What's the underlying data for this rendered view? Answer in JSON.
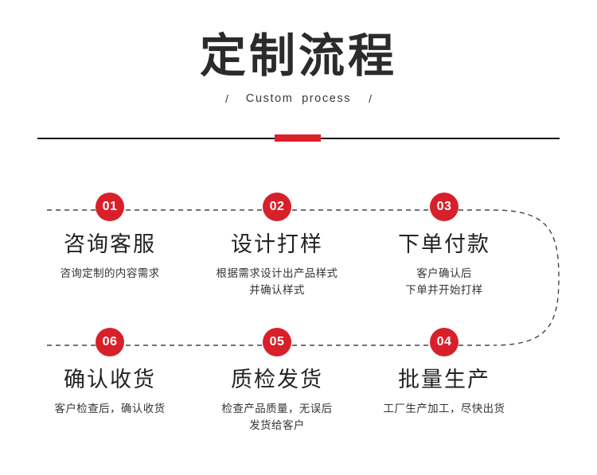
{
  "header": {
    "title": "定制流程",
    "slash_left": "/",
    "slash_right": "/",
    "subtitle": "Custom  process"
  },
  "theme": {
    "accent_red": "#d8202a",
    "divider_red": "#dd2027",
    "line_black": "#111111",
    "dashed_gray": "#444444",
    "text_dark": "#232323"
  },
  "flow": {
    "rows": [
      {
        "name": "top-row",
        "steps": [
          {
            "number": "01",
            "title": "咨询客服",
            "desc_lines": [
              "咨询定制的内容需求"
            ]
          },
          {
            "number": "02",
            "title": "设计打样",
            "desc_lines": [
              "根据需求设计出产品样式",
              "并确认样式"
            ]
          },
          {
            "number": "03",
            "title": "下单付款",
            "desc_lines": [
              "客户确认后",
              "下单并开始打样"
            ]
          }
        ]
      },
      {
        "name": "bottom-row",
        "steps": [
          {
            "number": "06",
            "title": "确认收货",
            "desc_lines": [
              "客户检查后，确认收货"
            ]
          },
          {
            "number": "05",
            "title": "质检发货",
            "desc_lines": [
              "检查产品质量，无误后",
              "发货给客户"
            ]
          },
          {
            "number": "04",
            "title": "批量生产",
            "desc_lines": [
              "工厂生产加工，尽快出货"
            ]
          }
        ]
      }
    ]
  }
}
